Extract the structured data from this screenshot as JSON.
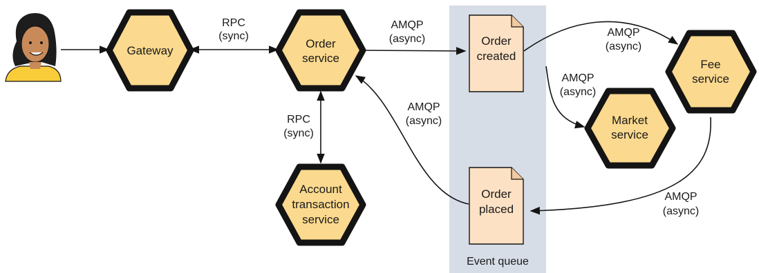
{
  "nodes": {
    "gateway": "Gateway",
    "order_service": [
      "Order",
      "service"
    ],
    "account_service": [
      "Account",
      "transaction",
      "service"
    ],
    "fee_service": [
      "Fee",
      "service"
    ],
    "market_service": [
      "Market",
      "service"
    ]
  },
  "events": {
    "order_created": [
      "Order",
      "created"
    ],
    "order_placed": [
      "Order",
      "placed"
    ],
    "queue_label": "Event queue"
  },
  "edge_labels": {
    "rpc_top": [
      "RPC",
      "(sync)"
    ],
    "rpc_vertical": [
      "RPC",
      "(sync)"
    ],
    "amqp_order_to_queue": [
      "AMQP",
      "(async)"
    ],
    "amqp_queue_to_order": [
      "AMQP",
      "(async)"
    ],
    "amqp_to_fee": [
      "AMQP",
      "(async)"
    ],
    "amqp_to_market": [
      "AMQP",
      "(async)"
    ],
    "amqp_fee_to_placed": [
      "AMQP",
      "(async)"
    ]
  },
  "colors": {
    "service_fill": "#fbd98e",
    "event_fill": "#fde1c4",
    "queue_band": "#d6dde6",
    "outline": "#141414"
  }
}
